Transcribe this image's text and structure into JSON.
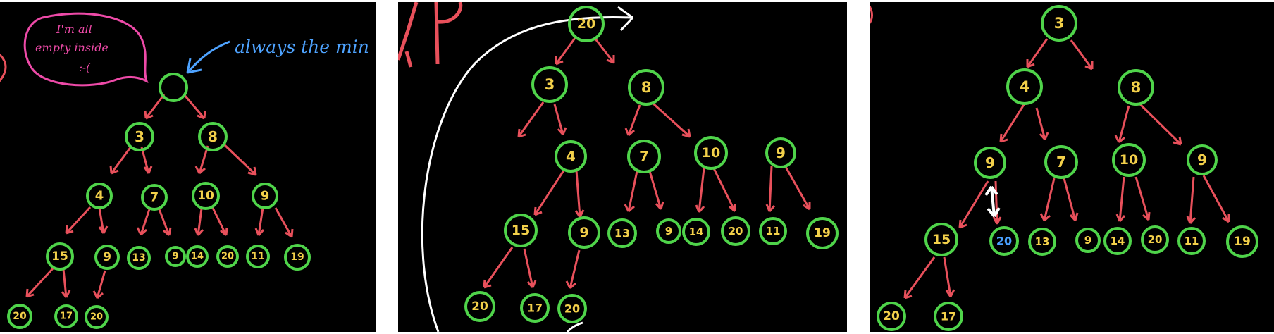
{
  "colors": {
    "background": "#000000",
    "node_outline": "#4fd44a",
    "node_value": "#f3d04a",
    "swapped_value": "#4aa0ff",
    "edge": "#e8505b",
    "speech_bubble": "#ee4aa8",
    "min_annotation": "#4ea3ff",
    "move_arrow": "#ffffff"
  },
  "panel1": {
    "speech_bubble": {
      "line1": "I'm all",
      "line2": "empty inside",
      "line3": ":-("
    },
    "min_annotation": "always the min",
    "root": "",
    "level1": [
      "3",
      "8"
    ],
    "level2": [
      "4",
      "7",
      "10",
      "9"
    ],
    "level3": [
      "15",
      "9",
      "13",
      "9",
      "14",
      "20",
      "11",
      "19"
    ],
    "level4": [
      "20",
      "17",
      "20"
    ]
  },
  "panel2": {
    "root": "20",
    "level1": [
      "3",
      "8"
    ],
    "level2": [
      "4",
      "7",
      "10",
      "9"
    ],
    "level3": [
      "15",
      "9",
      "13",
      "9",
      "14",
      "20",
      "11",
      "19"
    ],
    "level4": [
      "20",
      "17",
      "20"
    ]
  },
  "panel3": {
    "root": "3",
    "level1": [
      "4",
      "8"
    ],
    "level2": [
      "9",
      "7",
      "10",
      "9"
    ],
    "level3": [
      "15",
      "20",
      "13",
      "9",
      "14",
      "20",
      "11",
      "19"
    ],
    "level4": [
      "20",
      "17"
    ]
  }
}
